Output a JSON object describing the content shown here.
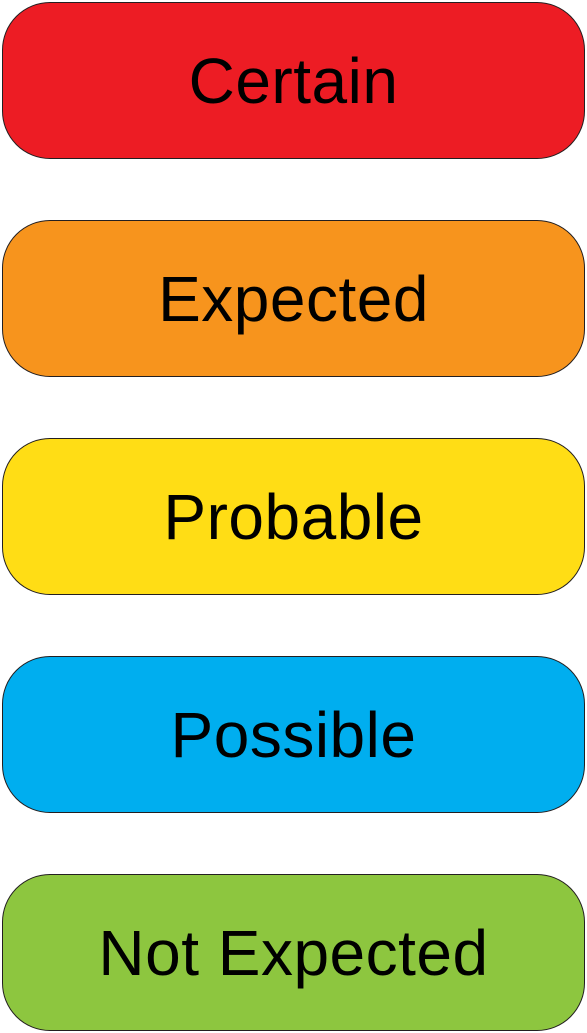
{
  "pills": [
    {
      "label": "Certain",
      "color": "#ed1c24"
    },
    {
      "label": "Expected",
      "color": "#f7941d"
    },
    {
      "label": "Probable",
      "color": "#ffdd15"
    },
    {
      "label": "Possible",
      "color": "#00aeef"
    },
    {
      "label": "Not Expected",
      "color": "#8dc63f"
    }
  ]
}
